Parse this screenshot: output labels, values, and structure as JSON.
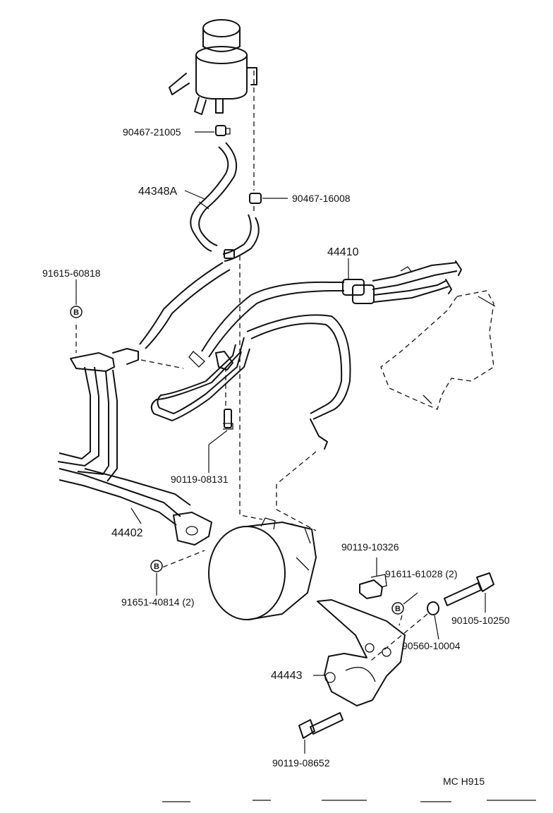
{
  "labels": {
    "p_90467_21005": "90467-21005",
    "p_44348A": "44348A",
    "p_90467_16008": "90467-16008",
    "p_91615_60818": "91615-60818",
    "p_44410": "44410",
    "p_90119_08131": "90119-08131",
    "p_44402": "44402",
    "p_91651_40814": "91651-40814 (2)",
    "p_90119_10326": "90119-10326",
    "p_91611_61028": "91611-61028 (2)",
    "p_90105_10250": "90105-10250",
    "p_90560_10004": "90560-10004",
    "p_44443": "44443",
    "p_90119_08652": "90119-08652"
  },
  "markers": {
    "b": "B"
  },
  "footer": {
    "code": "MC  H915"
  }
}
